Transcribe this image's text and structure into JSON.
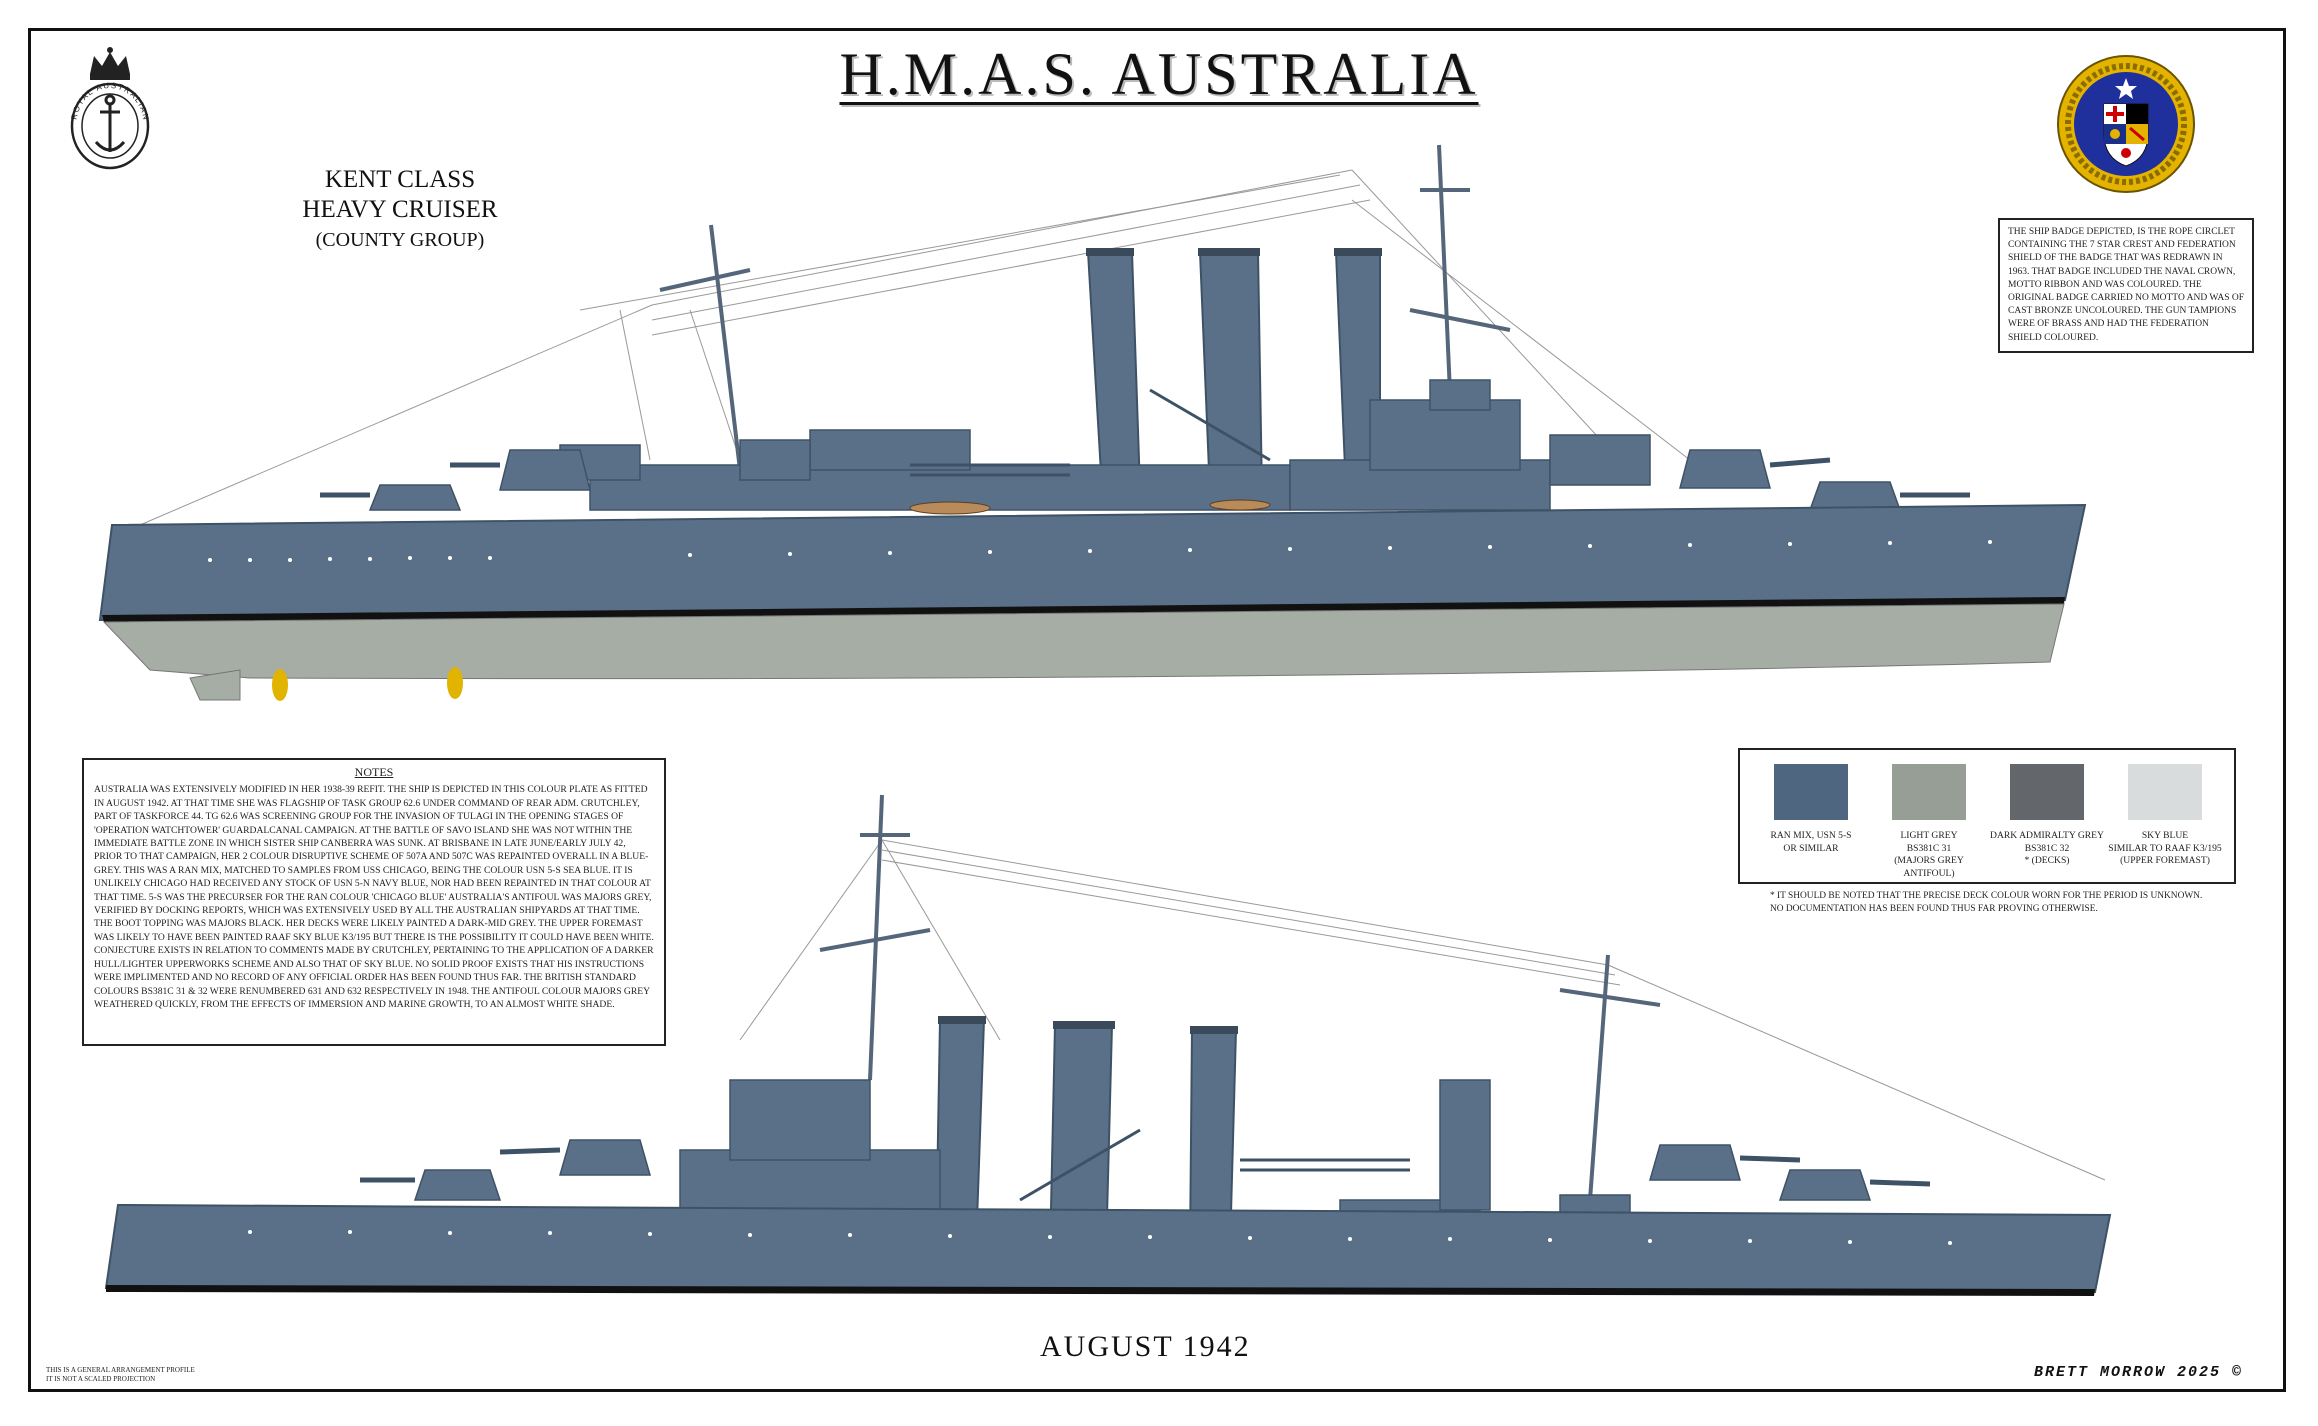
{
  "title": "H.M.A.S. AUSTRALIA",
  "ship_class": {
    "line1": "KENT CLASS",
    "line2": "HEAVY CRUISER",
    "line3": "(COUNTY GROUP)"
  },
  "navy_logo_text": "ROYAL AUSTRALIAN NAVY",
  "badge_note": "THE SHIP BADGE DEPICTED, IS THE ROPE CIRCLET CONTAINING THE 7 STAR CREST AND FEDERATION SHIELD OF THE BADGE THAT WAS REDRAWN IN 1963. THAT BADGE INCLUDED THE NAVAL CROWN, MOTTO RIBBON AND WAS COLOURED. THE ORIGINAL BADGE CARRIED NO MOTTO AND WAS OF CAST BRONZE UNCOLOURED. THE GUN TAMPIONS WERE OF BRASS AND HAD THE FEDERATION SHIELD COLOURED.",
  "notes": {
    "heading": "NOTES",
    "text": "AUSTRALIA WAS EXTENSIVELY MODIFIED IN HER 1938-39 REFIT. THE SHIP IS DEPICTED IN THIS COLOUR PLATE AS FITTED IN AUGUST 1942. AT THAT TIME SHE WAS FLAGSHIP OF TASK GROUP 62.6 UNDER COMMAND OF REAR ADM. CRUTCHLEY, PART OF TASKFORCE 44. TG 62.6 WAS SCREENING GROUP FOR THE INVASION OF TULAGI IN THE OPENING STAGES OF 'OPERATION WATCHTOWER' GUARDALCANAL CAMPAIGN. AT THE BATTLE OF SAVO ISLAND SHE WAS NOT WITHIN THE IMMEDIATE BATTLE ZONE IN WHICH SISTER SHIP CANBERRA WAS SUNK. AT BRISBANE IN LATE JUNE/EARLY JULY 42, PRIOR TO THAT CAMPAIGN, HER 2 COLOUR DISRUPTIVE SCHEME OF 507A AND 507C WAS REPAINTED OVERALL IN A BLUE-GREY. THIS WAS A RAN MIX, MATCHED TO SAMPLES FROM USS CHICAGO, BEING THE COLOUR USN 5-S SEA BLUE. IT IS UNLIKELY CHICAGO HAD RECEIVED ANY STOCK OF USN 5-N NAVY BLUE, NOR HAD BEEN REPAINTED IN THAT COLOUR AT THAT TIME. 5-S WAS THE PRECURSER FOR THE RAN COLOUR 'CHICAGO BLUE' AUSTRALIA'S ANTIFOUL WAS MAJORS GREY, VERIFIED BY DOCKING REPORTS, WHICH WAS EXTENSIVELY USED BY ALL THE AUSTRALIAN SHIPYARDS AT THAT TIME. THE BOOT TOPPING WAS MAJORS BLACK. HER DECKS WERE LIKELY PAINTED A DARK-MID GREY. THE UPPER FOREMAST WAS LIKELY TO HAVE BEEN PAINTED RAAF SKY BLUE K3/195 BUT THERE IS THE POSSIBILITY IT COULD HAVE BEEN WHITE. CONJECTURE EXISTS IN RELATION TO COMMENTS MADE BY CRUTCHLEY, PERTAINING TO THE APPLICATION OF A DARKER HULL/LIGHTER UPPERWORKS SCHEME AND ALSO THAT OF SKY BLUE. NO SOLID PROOF EXISTS THAT HIS INSTRUCTIONS WERE IMPLIMENTED AND NO RECORD OF ANY OFFICIAL ORDER HAS BEEN FOUND THUS FAR. THE BRITISH STANDARD COLOURS BS381C 31 & 32 WERE RENUMBERED 631 AND 632 RESPECTIVELY IN 1948. THE ANTIFOUL COLOUR MAJORS GREY WEATHERED QUICKLY, FROM THE EFFECTS OF IMMERSION AND MARINE GROWTH, TO AN ALMOST WHITE SHADE."
  },
  "palette": [
    {
      "color": "#4e6680",
      "line1": "RAN MIX, USN 5-S",
      "line2": "OR SIMILAR"
    },
    {
      "color": "#979e95",
      "line1": "LIGHT GREY",
      "line2": "BS381C 31",
      "line3": "(MAJORS GREY ANTIFOUL)"
    },
    {
      "color": "#63676c",
      "line1": "DARK ADMIRALTY GREY",
      "line2": "BS381C 32",
      "line3": "* (DECKS)"
    },
    {
      "color": "#d9dcdc",
      "line1": "SKY BLUE",
      "line2": "SIMILAR TO RAAF K3/195",
      "line3": "(UPPER FOREMAST)"
    }
  ],
  "palette_note": {
    "line1": "* IT SHOULD BE NOTED THAT THE PRECISE DECK COLOUR WORN FOR THE PERIOD IS UNKNOWN.",
    "line2": "NO DOCUMENTATION HAS BEEN FOUND THUS FAR PROVING OTHERWISE."
  },
  "date": "AUGUST  1942",
  "credit": "BRETT MORROW 2025 ©",
  "disclaimer": {
    "line1": "THIS IS A GENERAL ARRANGEMENT PROFILE",
    "line2": "IT IS NOT A SCALED PROJECTION"
  },
  "colors": {
    "hull": "#5a7088",
    "hull_dark": "#3e5266",
    "antifoul": "#a6ada5",
    "boot_top": "#111111",
    "deck": "#63676c",
    "brass": "#e0b400"
  }
}
